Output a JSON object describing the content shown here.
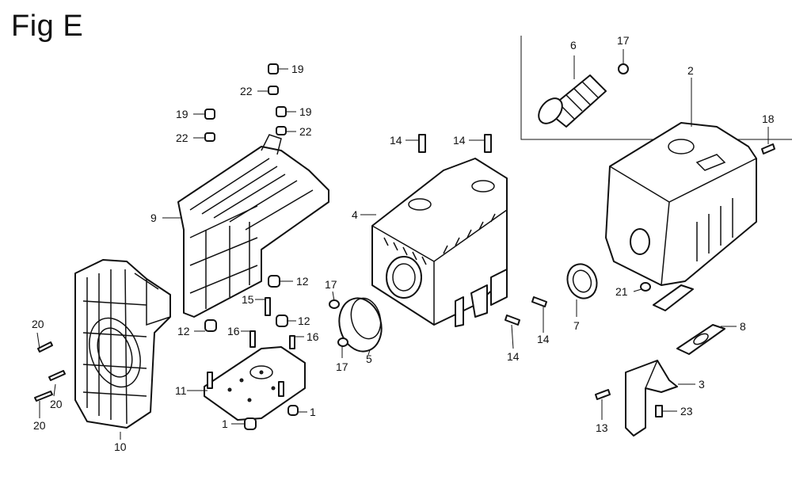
{
  "figure": {
    "title": "Fig E"
  },
  "parts": [
    {
      "id": "p1",
      "label": "1"
    },
    {
      "id": "p2",
      "label": "2"
    },
    {
      "id": "p3",
      "label": "3"
    },
    {
      "id": "p4",
      "label": "4"
    },
    {
      "id": "p5",
      "label": "5"
    },
    {
      "id": "p6",
      "label": "6"
    },
    {
      "id": "p7",
      "label": "7"
    },
    {
      "id": "p8",
      "label": "8"
    },
    {
      "id": "p9",
      "label": "9"
    },
    {
      "id": "p10",
      "label": "10"
    },
    {
      "id": "p11",
      "label": "11"
    },
    {
      "id": "p12",
      "label": "12"
    },
    {
      "id": "p13",
      "label": "13"
    },
    {
      "id": "p14",
      "label": "14"
    },
    {
      "id": "p15",
      "label": "15"
    },
    {
      "id": "p16",
      "label": "16"
    },
    {
      "id": "p17",
      "label": "17"
    },
    {
      "id": "p18",
      "label": "18"
    },
    {
      "id": "p19",
      "label": "19"
    },
    {
      "id": "p20",
      "label": "20"
    },
    {
      "id": "p21",
      "label": "21"
    },
    {
      "id": "p22",
      "label": "22"
    },
    {
      "id": "p23",
      "label": "23"
    }
  ]
}
